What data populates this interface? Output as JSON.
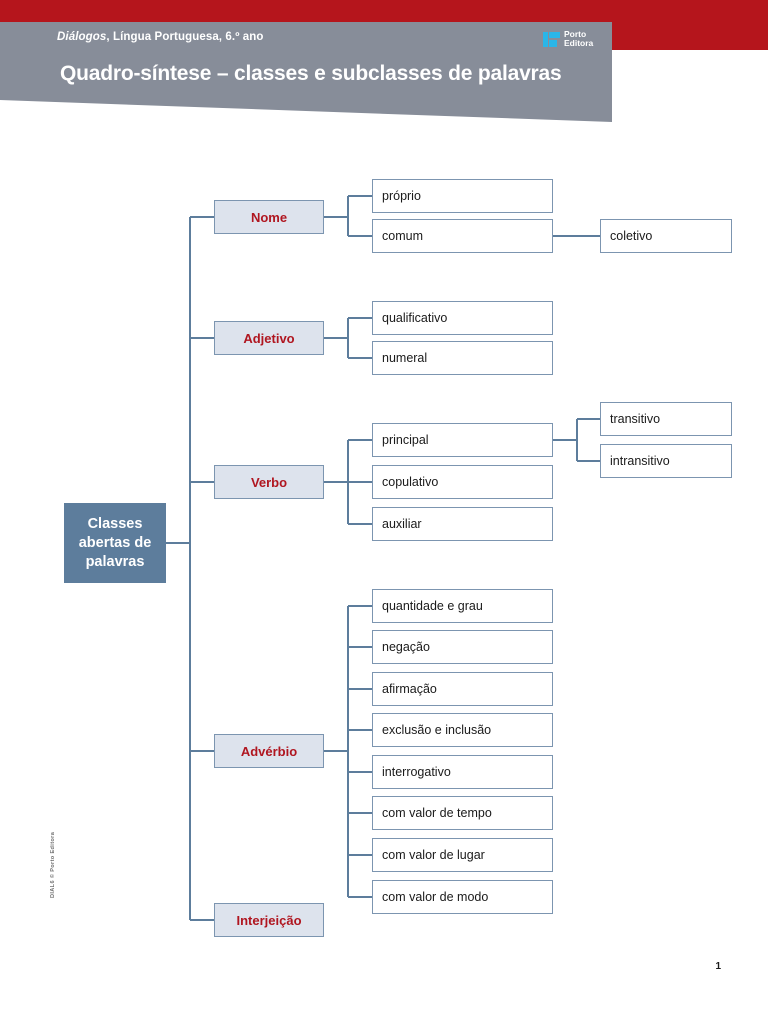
{
  "header": {
    "subtitle_italic": "Diálogos",
    "subtitle_rest": ", Língua Portuguesa, 6.º ano",
    "title": "Quadro-síntese – classes e subclasses de palavras",
    "logo_line1": "Porto",
    "logo_line2": "Editora",
    "red": "#b5151c",
    "banner_gray": "#878d99",
    "logo_cyan": "#2ab6e8"
  },
  "footer": {
    "copyright": "DIAL6 © Porto Editora",
    "page_number": "1"
  },
  "diagram": {
    "root": "Classes abertas de palavras",
    "colors": {
      "root_fill": "#5d7d9c",
      "category_fill": "#dde3ed",
      "category_text": "#b01620",
      "border": "#7c95b0",
      "connector": "#5d7d9c"
    },
    "branches": [
      {
        "label": "Nome",
        "children": [
          {
            "label": "próprio",
            "children": []
          },
          {
            "label": "comum",
            "children": [
              {
                "label": "coletivo"
              }
            ]
          }
        ]
      },
      {
        "label": "Adjetivo",
        "children": [
          {
            "label": "qualificativo",
            "children": []
          },
          {
            "label": "numeral",
            "children": []
          }
        ]
      },
      {
        "label": "Verbo",
        "children": [
          {
            "label": "principal",
            "children": [
              {
                "label": "transitivo"
              },
              {
                "label": "intransitivo"
              }
            ]
          },
          {
            "label": "copulativo",
            "children": []
          },
          {
            "label": "auxiliar",
            "children": []
          }
        ]
      },
      {
        "label": "Advérbio",
        "children": [
          {
            "label": "quantidade e grau",
            "children": []
          },
          {
            "label": "negação",
            "children": []
          },
          {
            "label": "afirmação",
            "children": []
          },
          {
            "label": "exclusão e inclusão",
            "children": []
          },
          {
            "label": "interrogativo",
            "children": []
          },
          {
            "label": "com valor de tempo",
            "children": []
          },
          {
            "label": "com valor de lugar",
            "children": []
          },
          {
            "label": "com valor de modo",
            "children": []
          }
        ]
      },
      {
        "label": "Interjeição",
        "children": []
      }
    ]
  }
}
